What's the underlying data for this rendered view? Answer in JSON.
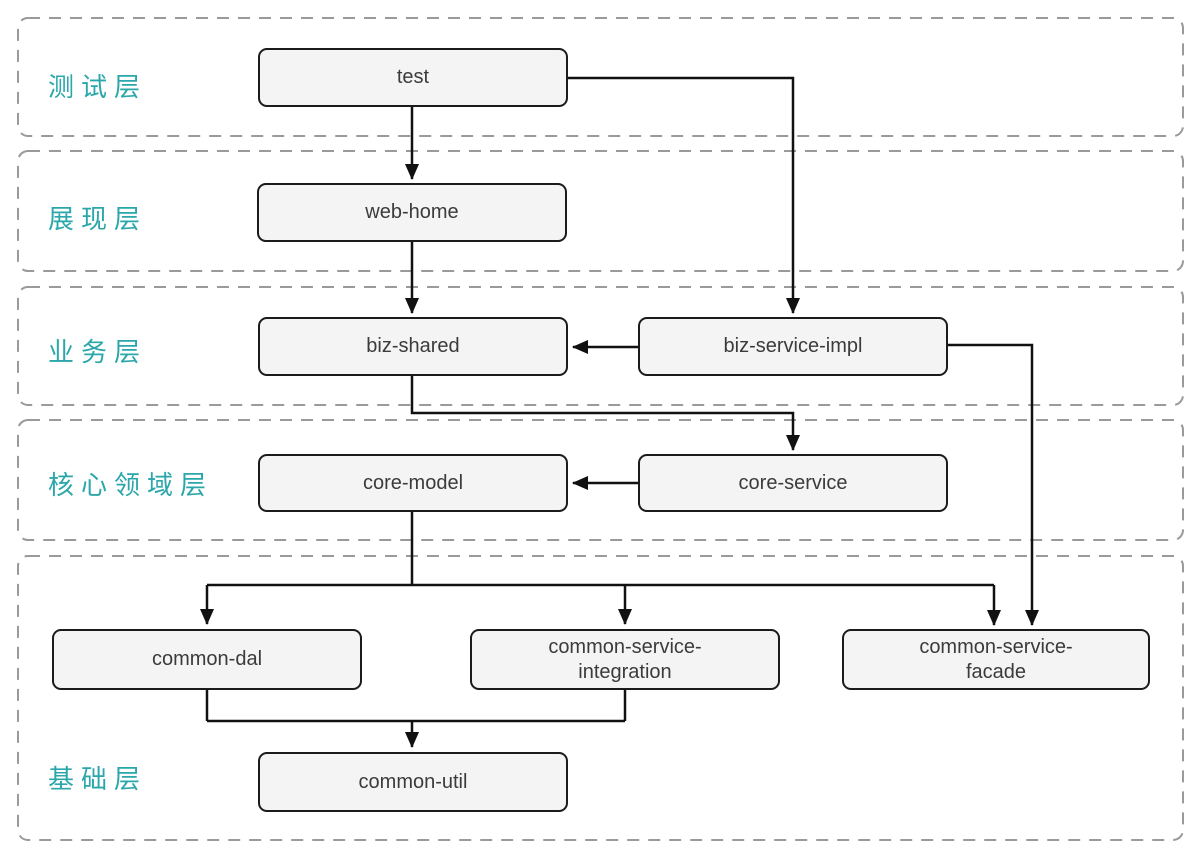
{
  "diagram": {
    "layers": [
      {
        "id": "test-layer",
        "label": "测试层"
      },
      {
        "id": "presentation-layer",
        "label": "展现层"
      },
      {
        "id": "business-layer",
        "label": "业务层"
      },
      {
        "id": "core-domain-layer",
        "label": "核心领域层"
      },
      {
        "id": "foundation-layer",
        "label": "基础层"
      }
    ],
    "nodes": [
      {
        "id": "test",
        "label": "test",
        "layer": "测试层"
      },
      {
        "id": "web-home",
        "label": "web-home",
        "layer": "展现层"
      },
      {
        "id": "biz-shared",
        "label": "biz-shared",
        "layer": "业务层"
      },
      {
        "id": "biz-service-impl",
        "label": "biz-service-impl",
        "layer": "业务层"
      },
      {
        "id": "core-model",
        "label": "core-model",
        "layer": "核心领域层"
      },
      {
        "id": "core-service",
        "label": "core-service",
        "layer": "核心领域层"
      },
      {
        "id": "common-dal",
        "label": "common-dal",
        "layer": "基础层"
      },
      {
        "id": "common-service-integration",
        "label": "common-service-\nintegration",
        "layer": "基础层"
      },
      {
        "id": "common-service-facade",
        "label": "common-service-\nfacade",
        "layer": "基础层"
      },
      {
        "id": "common-util",
        "label": "common-util",
        "layer": "基础层"
      }
    ],
    "edges": [
      {
        "from": "test",
        "to": "web-home"
      },
      {
        "from": "test",
        "to": "biz-service-impl"
      },
      {
        "from": "web-home",
        "to": "biz-shared"
      },
      {
        "from": "biz-service-impl",
        "to": "biz-shared"
      },
      {
        "from": "biz-shared",
        "to": "core-service"
      },
      {
        "from": "core-service",
        "to": "core-model"
      },
      {
        "from": "biz-service-impl",
        "to": "common-service-facade"
      },
      {
        "from": "core-model",
        "to": "common-dal"
      },
      {
        "from": "core-model",
        "to": "common-service-integration"
      },
      {
        "from": "core-model",
        "to": "common-service-facade"
      },
      {
        "from": "common-dal",
        "to": "common-util"
      },
      {
        "from": "common-service-integration",
        "to": "common-util"
      }
    ],
    "colors": {
      "layer_label": "#2ba7ab",
      "node_fill": "#f4f4f4",
      "node_border": "#1b1b1b",
      "band_border": "#9a9a9a",
      "arrow": "#111111",
      "node_text": "#3b3b3b",
      "background": "#ffffff"
    }
  }
}
